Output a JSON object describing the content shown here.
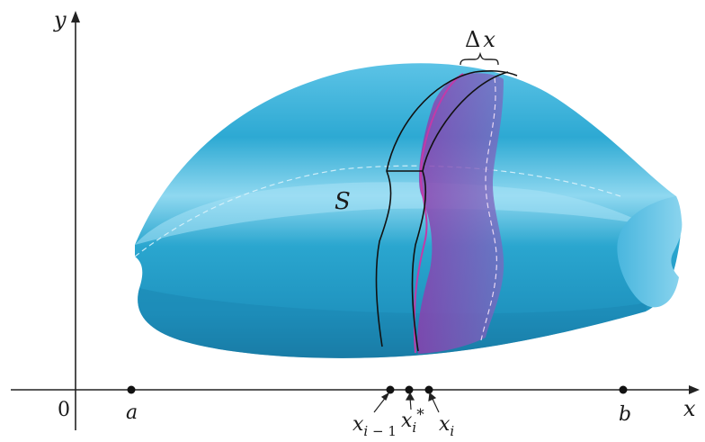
{
  "labels": {
    "y_axis": "y",
    "x_axis": "x",
    "origin": "0",
    "a": "a",
    "b": "b",
    "solid": "S",
    "delta_symbol": "Δ",
    "delta_var": "x",
    "xi_minus_base": "x",
    "xi_minus_sub": "i",
    "xi_minus_tail": " − 1",
    "xi_star_base": "x",
    "xi_star_sub": "i",
    "xi_star_sup": "*",
    "xi_base": "x",
    "xi_sub": "i"
  },
  "colors": {
    "solid_body": "#2aa6cf",
    "solid_highlight": "#7fd4ef",
    "solid_shadow": "#1a7fa8",
    "slab_fill": "#9a4fb8",
    "slab_edge": "#c23aa8",
    "outline": "#111111",
    "axis": "#222222"
  }
}
